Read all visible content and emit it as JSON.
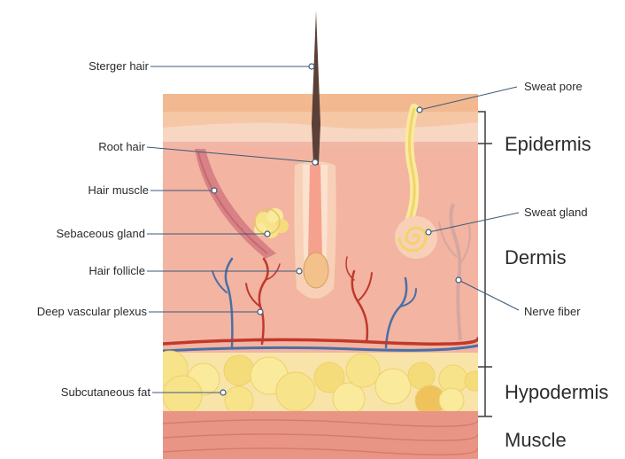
{
  "labels": {
    "sterger_hair": "Sterger hair",
    "root_hair": "Root hair",
    "hair_muscle": "Hair muscle",
    "sebaceous_gland": "Sebaceous gland",
    "hair_follicle": "Hair follicle",
    "deep_vascular_plexus": "Deep vascular plexus",
    "subcutaneous_fat": "Subcutaneous fat",
    "sweat_pore": "Sweat pore",
    "sweat_gland": "Sweat gland",
    "nerve_fiber": "Nerve fiber"
  },
  "layers": {
    "epidermis": "Epidermis",
    "dermis": "Dermis",
    "hypodermis": "Hypodermis",
    "muscle": "Muscle"
  },
  "colors": {
    "epidermis_top": "#f2b48e",
    "dermis": "#f4b8a6",
    "blood_vessel": "#c0392b",
    "vein": "#4a6fa5",
    "fat": "#f7e38a",
    "muscle": "#e89585",
    "hair": "#5a4036",
    "leader_line": "#3b5a78"
  }
}
